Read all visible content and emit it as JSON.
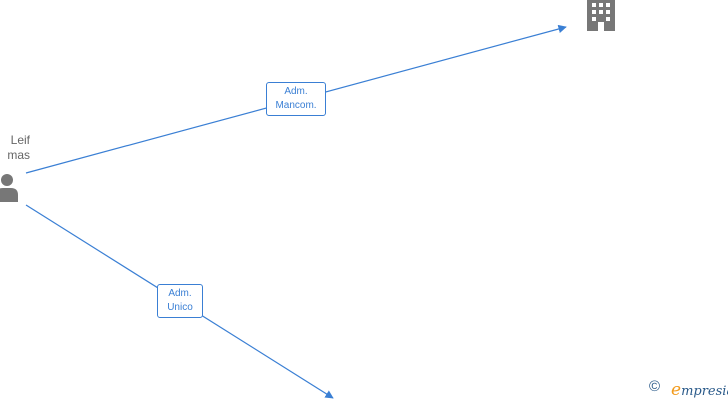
{
  "person": {
    "name_line1": "Leif",
    "name_line2": "mas",
    "icon": "person-icon"
  },
  "company": {
    "icon": "building-icon"
  },
  "relations": [
    {
      "label_line1": "Adm.",
      "label_line2": "Mancom."
    },
    {
      "label_line1": "Adm.",
      "label_line2": "Unico"
    }
  ],
  "colors": {
    "edge": "#3a7fd4",
    "icon": "#777777",
    "brand": "#2a5a8a",
    "brand_accent": "#f29b1d"
  },
  "footer": {
    "copyright": "©",
    "brand_initial": "e",
    "brand_rest": "mpresia"
  }
}
